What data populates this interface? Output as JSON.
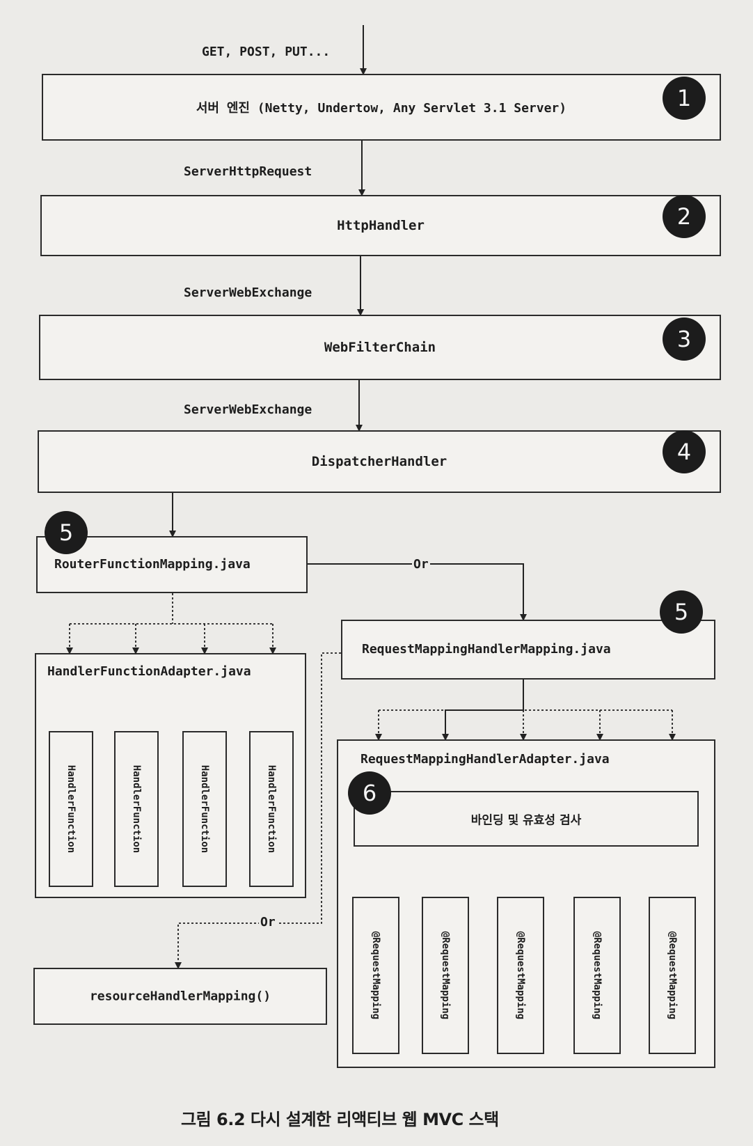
{
  "request_label": "GET, POST, PUT...",
  "layers": [
    {
      "step": "1",
      "label": "서버 엔진 (Netty, Undertow, Any Servlet 3.1 Server)"
    },
    {
      "step": "2",
      "label": "HttpHandler"
    },
    {
      "step": "3",
      "label": "WebFilterChain"
    },
    {
      "step": "4",
      "label": "DispatcherHandler"
    }
  ],
  "edges": {
    "e1": "ServerHttpRequest",
    "e2": "ServerWebExchange",
    "e3": "ServerWebExchange",
    "or_top": "Or",
    "or_bottom": "Or"
  },
  "router": {
    "step": "5",
    "label": "RouterFunctionMapping.java"
  },
  "handler_function_adapter": {
    "label": "HandlerFunctionAdapter.java",
    "functions": [
      "HandlerFunction",
      "HandlerFunction",
      "HandlerFunction",
      "HandlerFunction"
    ]
  },
  "request_mapping": {
    "step": "5",
    "label": "RequestMappingHandlerMapping.java"
  },
  "request_adapter": {
    "label": "RequestMappingHandlerAdapter.java",
    "binding": {
      "step": "6",
      "label": "바인딩 및 유효성 검사"
    },
    "mappings": [
      "@RequestMapping",
      "@RequestMapping",
      "@RequestMapping",
      "@RequestMapping",
      "@RequestMapping"
    ]
  },
  "resource": {
    "label": "resourceHandlerMapping()"
  },
  "caption": "그림 6.2 다시 설계한 리액티브 웹 MVC 스택"
}
